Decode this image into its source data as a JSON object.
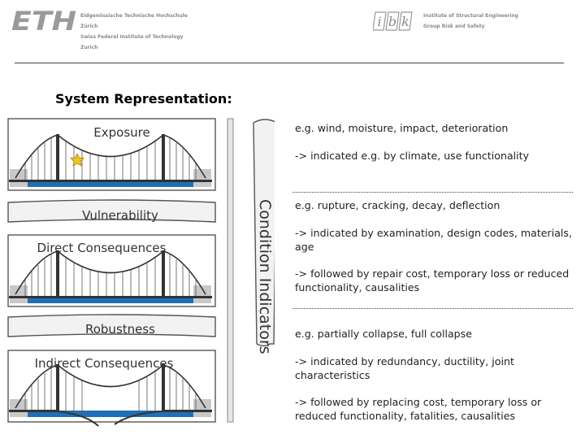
{
  "header": {
    "eth_logo": "ETH",
    "eth_line1": "Eidgenössische Technische Hochschule Zürich",
    "eth_line2": "Swiss Federal Institute of Technology Zurich",
    "ibk_logo": [
      "i",
      "b",
      "k"
    ],
    "ibk_line1": "Institute of Structural Engineering",
    "ibk_line2": "Group Risk and Safety"
  },
  "title": "System Representation:",
  "figure": {
    "boxes": [
      "Exposure",
      "Vulnerability",
      "Direct Consequences",
      "Robustness",
      "Indirect Consequences"
    ],
    "side_label": "Condition Indicators"
  },
  "descriptions": {
    "exposure": [
      "e.g. wind, moisture, impact, deterioration",
      "-> indicated e.g. by climate, use functionality"
    ],
    "direct": [
      "e.g. rupture, cracking, decay, deflection",
      "-> indicated by examination, design codes, materials, age",
      "-> followed by repair cost, temporary loss or reduced functionality, causalities"
    ],
    "indirect": [
      "e.g. partially collapse, full collapse",
      "-> indicated by redundancy, ductility, joint characteristics",
      "-> followed by replacing cost, temporary loss or reduced functionality, fatalities, causalities"
    ]
  },
  "colors": {
    "water": "#1f6fb8",
    "pier": "#c8c8c8",
    "box_border": "#555555",
    "arrow_fill": "#f2f2f2",
    "star": "#f0c419"
  }
}
